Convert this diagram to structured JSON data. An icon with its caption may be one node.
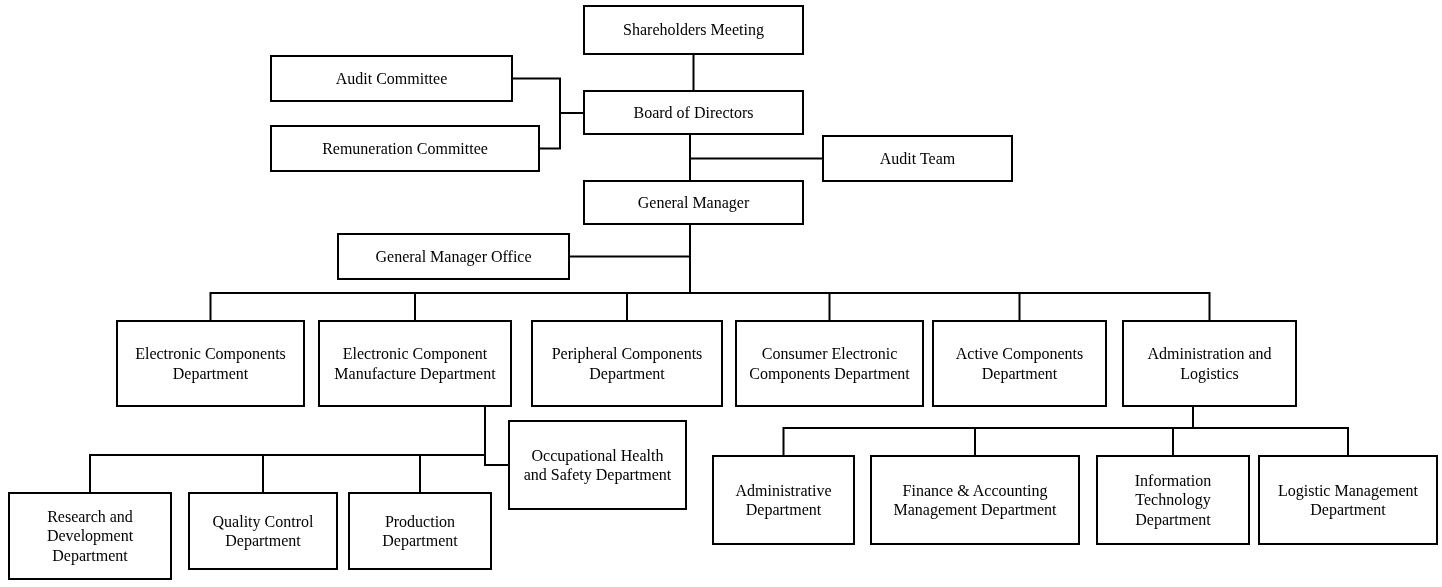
{
  "diagram": {
    "nodes": [
      {
        "text": [
          "Shareholders Meeting"
        ]
      },
      {
        "text": [
          "Audit Committee"
        ]
      },
      {
        "text": [
          "Board of Directors"
        ]
      },
      {
        "text": [
          "Remuneration Committee"
        ]
      },
      {
        "text": [
          "Audit Team"
        ]
      },
      {
        "text": [
          "General Manager"
        ]
      },
      {
        "text": [
          "General Manager Office"
        ]
      },
      {
        "text": [
          "Electronic Components Department"
        ]
      },
      {
        "text": [
          "Electronic Component Manufacture Department"
        ]
      },
      {
        "text": [
          "Peripheral Components Department"
        ]
      },
      {
        "text": [
          "Consumer Electronic Components Department"
        ]
      },
      {
        "text": [
          "Active Components Department"
        ]
      },
      {
        "text": [
          "Administration and Logistics"
        ]
      },
      {
        "text": [
          "Occupational Health and Safety Department"
        ]
      },
      {
        "text": [
          "Research and Development Department"
        ]
      },
      {
        "text": [
          "Quality Control Department"
        ]
      },
      {
        "text": [
          "Production Department"
        ]
      },
      {
        "text": [
          "Administrative Department"
        ]
      },
      {
        "text": [
          "Finance & Accounting Management Department"
        ]
      },
      {
        "text": [
          "Information Technology Department"
        ]
      },
      {
        "text": [
          "Logistic Management Department"
        ]
      }
    ],
    "edges": [
      {
        "from": 0,
        "to": 2,
        "arrow": "none"
      },
      {
        "from": 2,
        "to": 1,
        "arrow": "none"
      },
      {
        "from": 2,
        "to": 3,
        "arrow": "none"
      },
      {
        "from": 2,
        "to": 4,
        "arrow": "none"
      },
      {
        "from": 2,
        "to": 5,
        "arrow": "none"
      },
      {
        "from": 5,
        "to": 6,
        "arrow": "none"
      },
      {
        "from": 5,
        "to": 7,
        "arrow": "none"
      },
      {
        "from": 5,
        "to": 8,
        "arrow": "none"
      },
      {
        "from": 5,
        "to": 9,
        "arrow": "none"
      },
      {
        "from": 5,
        "to": 10,
        "arrow": "none"
      },
      {
        "from": 5,
        "to": 11,
        "arrow": "none"
      },
      {
        "from": 5,
        "to": 12,
        "arrow": "none"
      },
      {
        "from": 8,
        "to": 13,
        "arrow": "none"
      },
      {
        "from": 8,
        "to": 14,
        "arrow": "none"
      },
      {
        "from": 8,
        "to": 15,
        "arrow": "none"
      },
      {
        "from": 8,
        "to": 16,
        "arrow": "none"
      },
      {
        "from": 12,
        "to": 17,
        "arrow": "none"
      },
      {
        "from": 12,
        "to": 18,
        "arrow": "none"
      },
      {
        "from": 12,
        "to": 19,
        "arrow": "none"
      },
      {
        "from": 12,
        "to": 20,
        "arrow": "none"
      }
    ]
  }
}
